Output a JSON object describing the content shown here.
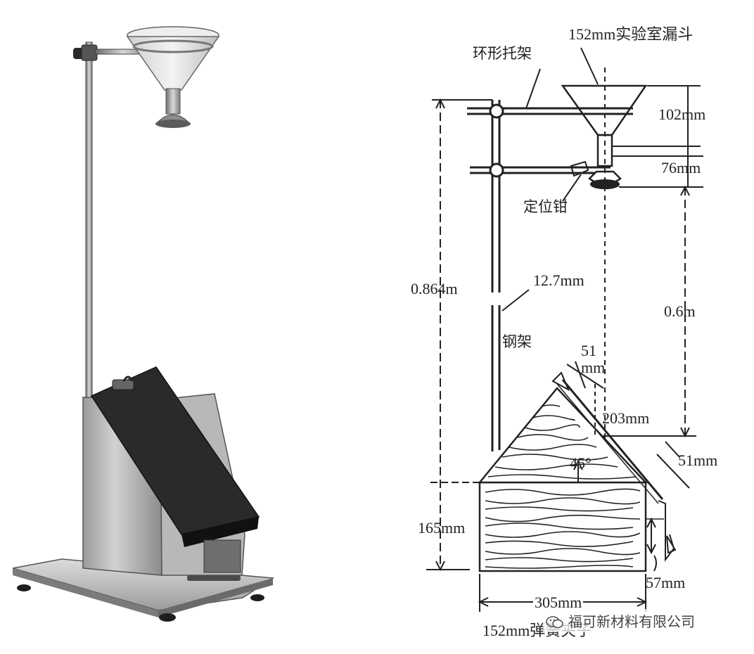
{
  "labels": {
    "funnel": "152mm实验室漏斗",
    "ring_bracket": "环形托架",
    "dim_102": "102mm",
    "dim_76": "76mm",
    "clamp": "定位钳",
    "dim_0864": "0.864m",
    "rod_diameter": "12.7mm",
    "dim_06": "0.6m",
    "steel_frame": "钢架",
    "dim_51_top_a": "51",
    "dim_51_top_b": "mm",
    "dim_203": "203mm",
    "dim_51_right": "51mm",
    "angle": "45°",
    "dim_165": "165mm",
    "dim_57": "57mm",
    "dim_305": "305mm",
    "spring_clip": "152mm弹簧夹子"
  },
  "watermark": "福可新材料有限公司",
  "colors": {
    "ink": "#222222",
    "photo_dark": "#2b2b2b",
    "steel": "#8a8a8a"
  }
}
